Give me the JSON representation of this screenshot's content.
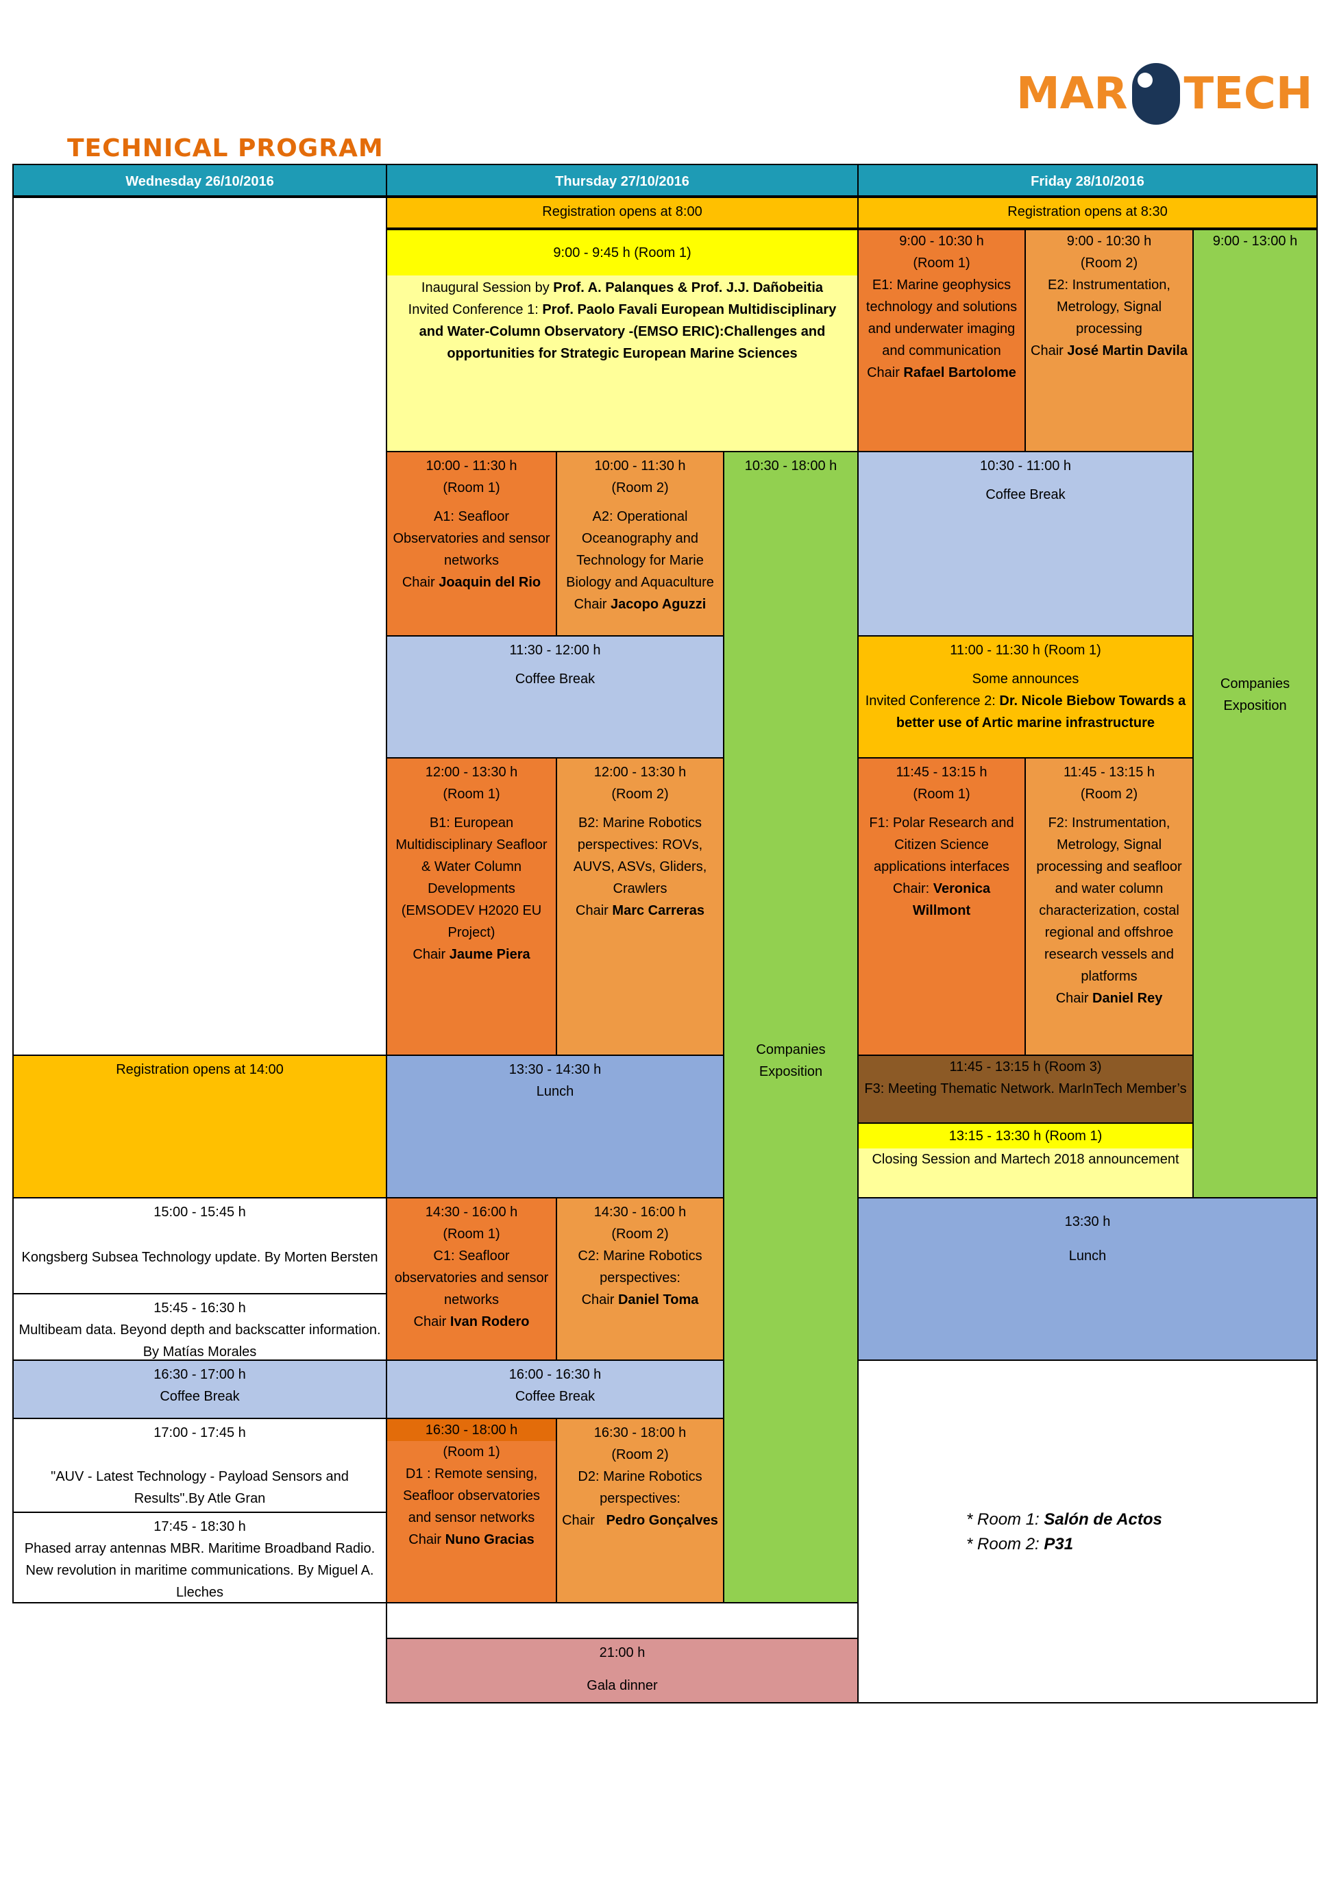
{
  "header": {
    "title": "TECHNICAL PROGRAM",
    "logo_left": "MAR",
    "logo_right": "TECH"
  },
  "days": [
    "Wednesday 26/10/2016",
    "Thursday 27/10/2016",
    "Friday 28/10/2016"
  ],
  "wed": {
    "reg": "Registration opens at 14:00",
    "t1": {
      "time": "15:00 - 15:45 h",
      "text": "Kongsberg Subsea Technology update. By Morten Bersten"
    },
    "t2": {
      "time": "15:45 - 16:30 h",
      "text": "Multibeam data. Beyond depth and backscatter information. By Matías Morales"
    },
    "coffee": {
      "time": "16:30 - 17:00 h",
      "text": "Coffee Break"
    },
    "t3": {
      "time": "17:00 - 17:45 h",
      "text": "\"AUV - Latest Technology - Payload Sensors and Results\".By Atle Gran"
    },
    "t4": {
      "time": "17:45 - 18:30 h",
      "text": "Phased array antennas MBR. Maritime Broadband Radio. New revolution in maritime communications. By Miguel A. Lleches"
    }
  },
  "thu": {
    "reg": "Registration opens at 8:00",
    "inaug": {
      "time": "9:00 - 9:45 h (Room 1)",
      "l1": "Inaugural Session by ",
      "b1": "Prof. A. Palanques  &  Prof. J.J. Dañobeitia",
      "l2": "Invited Conference 1:  ",
      "b2": "Prof. Paolo Favali European Multidisciplinary and Water-Column Observatory -(EMSO ERIC):Challenges and opportunities for Strategic European Marine Sciences"
    },
    "a1": {
      "time": "10:00 - 11:30 h",
      "room": "(Room 1)",
      "title": "A1: Seafloor Observatories and sensor networks",
      "chair": "Chair ",
      "name": "Joaquin del Rio"
    },
    "a2": {
      "time": "10:00 - 11:30 h",
      "room": "(Room 2)",
      "title": "A2: Operational Oceanography and Technology for Marie Biology and Aquaculture",
      "chair": "Chair ",
      "name": "Jacopo Aguzzi"
    },
    "expo": {
      "time": "10:30 - 18:00 h",
      "text": "Companies Exposition"
    },
    "coffee1": {
      "time": "11:30 - 12:00 h",
      "text": "Coffee Break"
    },
    "b1": {
      "time": "12:00 - 13:30 h",
      "room": "(Room 1)",
      "title": "B1: European Multidisciplinary Seafloor & Water Column Developments (EMSODEV H2020 EU Project)",
      "chair": "Chair ",
      "name": "Jaume Piera"
    },
    "b2": {
      "time": "12:00 - 13:30 h",
      "room": "(Room 2)",
      "title": "B2: Marine Robotics perspectives: ROVs, AUVS, ASVs, Gliders, Crawlers",
      "chair": "Chair ",
      "name": "Marc Carreras"
    },
    "lunch": {
      "time": "13:30 - 14:30 h",
      "text": "Lunch"
    },
    "c1": {
      "time": "14:30 - 16:00 h",
      "room": "(Room 1)",
      "title": "C1: Seafloor observatories and sensor networks",
      "chair": "Chair ",
      "name": "Ivan Rodero"
    },
    "c2": {
      "time": "14:30 - 16:00 h",
      "room": "(Room 2)",
      "title": "C2: Marine Robotics perspectives:",
      "chair": "Chair ",
      "name": "Daniel Toma"
    },
    "coffee2": {
      "time": "16:00 - 16:30 h",
      "text": "Coffee Break"
    },
    "d1": {
      "time": "16:30 - 18:00 h",
      "room": "(Room 1)",
      "title": "D1 : Remote sensing, Seafloor observatories and sensor networks",
      "chair": "Chair ",
      "name": "Nuno Gracias"
    },
    "d2": {
      "time": "16:30 - 18:00 h",
      "room": "(Room 2)",
      "title": "D2: Marine Robotics perspectives:",
      "chair": "Chair   ",
      "name": "Pedro Gonçalves"
    },
    "gala": {
      "time": "21:00 h",
      "text": "Gala dinner"
    }
  },
  "fri": {
    "reg": "Registration opens at 8:30",
    "e1": {
      "time": "9:00 - 10:30 h",
      "room": "(Room 1)",
      "title": "E1: Marine geophysics technology and solutions and underwater imaging and communication",
      "chair": "Chair ",
      "name": "Rafael Bartolome"
    },
    "e2": {
      "time": "9:00 - 10:30 h",
      "room": "(Room 2)",
      "title": "E2: Instrumentation, Metrology, Signal processing",
      "chair": "Chair ",
      "name": "José Martin Davila"
    },
    "expo": {
      "time": "9:00 - 13:00 h",
      "text": "Companies Exposition"
    },
    "coffee": {
      "time": "10:30 - 11:00 h",
      "text": "Coffee Break"
    },
    "ann": {
      "time": "11:00 - 11:30 h (Room 1)",
      "text": "Some announces",
      "l2": "Invited Conference 2:  ",
      "b2": "Dr. Nicole Biebow Towards a better use of Artic marine infrastructure"
    },
    "f1": {
      "time": "11:45 - 13:15 h",
      "room": "(Room 1)",
      "title": "F1: Polar Research and Citizen Science applications interfaces",
      "chair": "Chair: ",
      "name": "Veronica Willmont"
    },
    "f2": {
      "time": "11:45 - 13:15 h",
      "room": "(Room 2)",
      "title": "F2: Instrumentation, Metrology, Signal processing and seafloor and water column characterization, costal regional and offshroe research vessels and platforms",
      "chair": "Chair ",
      "name": "Daniel Rey"
    },
    "f3": {
      "time": "11:45 - 13:15 h (Room 3)",
      "text": "F3: Meeting Thematic Network. MarInTech Member’s"
    },
    "closing": {
      "time": "13:15 - 13:30 h (Room 1)",
      "text": "Closing Session and Martech 2018 announcement"
    },
    "lunch": {
      "time": "13:30 h",
      "text": "Lunch"
    },
    "notes": [
      {
        "prefix": "* Room 1: ",
        "value": "Salón de Actos"
      },
      {
        "prefix": "* Room 2: ",
        "value": "P31"
      }
    ]
  }
}
